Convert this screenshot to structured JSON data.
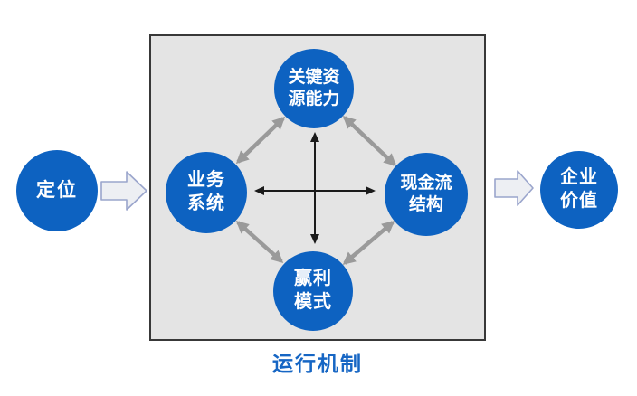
{
  "diagram": {
    "nodes": {
      "positioning": {
        "label": "定位"
      },
      "key_resources": {
        "line1": "关键资",
        "line2": "源能力"
      },
      "business_system": {
        "line1": "业务",
        "line2": "系统"
      },
      "cash_flow": {
        "line1": "现金流",
        "line2": "结构"
      },
      "profit_model": {
        "line1": "赢利",
        "line2": "模式"
      },
      "enterprise_value": {
        "line1": "企业",
        "line2": "价值"
      }
    },
    "box": {
      "caption": "运行机制"
    },
    "colors": {
      "node_blue": "#0d62c1",
      "node_text": "#ffffff",
      "box_fill": "#e4e4e4",
      "box_border": "#383838",
      "gray_arrow": "#9a9a9a",
      "black_arrow": "#1a1a1a",
      "caption_blue": "#1666c4",
      "block_arrow_fill": "#edeff3",
      "block_arrow_stroke": "#9aa5cc"
    }
  }
}
